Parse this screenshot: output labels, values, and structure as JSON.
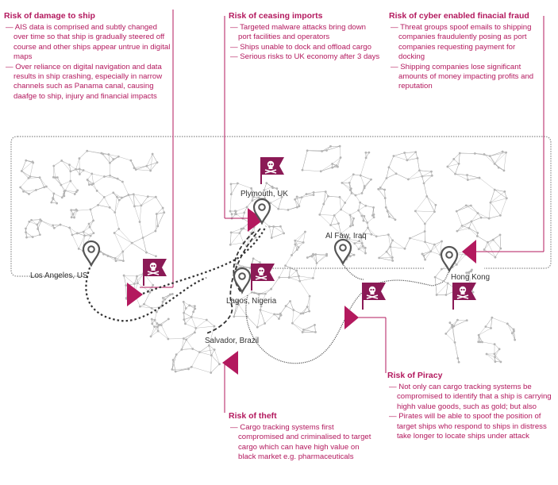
{
  "colors": {
    "accent": "#b3195e",
    "flag": "#8b1a56",
    "network": "#9a9a9a",
    "route": "#444444",
    "border": "#8a8a8a"
  },
  "risks": [
    {
      "title": "Risk of damage to ship",
      "items": [
        "AIS data is comprised and subtly changed over time so that ship is gradually steered off course and other ships appear untrue in digital maps",
        "Over reliance on digital navigation and data results in ship crashing, especially in narrow channels such as Panama canal, causing daafge to ship, injury and financial impacts"
      ]
    },
    {
      "title": "Risk of ceasing imports",
      "items": [
        "Targeted malware attacks bring down port facilities and operators",
        "Ships unable to dock and offload cargo",
        "Serious risks to UK economy after 3 days"
      ]
    },
    {
      "title": "Risk of cyber enabled finacial fraud",
      "items": [
        "Threat groups spoof emails to shipping companies fraudulently posing as port companies requesting payment for docking",
        "Shipping companies lose significant amounts of money impacting profits and reputation"
      ]
    },
    {
      "title": "Risk of theft",
      "items": [
        "Cargo tracking systems first compromised and criminalised to target cargo which can have high value on black market e.g. pharmaceuticals"
      ]
    },
    {
      "title": "Risk of Piracy",
      "items": [
        "Not only can cargo tracking systems be compromised to identify that a ship is carrying highh value goods, such as gold; but also",
        "Pirates will be able to spoof the position of target ships who respond to ships in distress take longer to locate ships under attack"
      ]
    }
  ],
  "cities": {
    "los_angeles": "Los Angeles, US",
    "plymouth": "Plymouth, UK",
    "al_faw": "Al Faw, Iraq",
    "hong_kong": "Hong Kong",
    "lagos": "Lagos, Nigeria",
    "salvador": "Salvador, Brazil"
  },
  "icons": {
    "pin": "location-pin-icon",
    "flag": "pirate-flag-icon",
    "marker": "risk-triangle-icon"
  }
}
